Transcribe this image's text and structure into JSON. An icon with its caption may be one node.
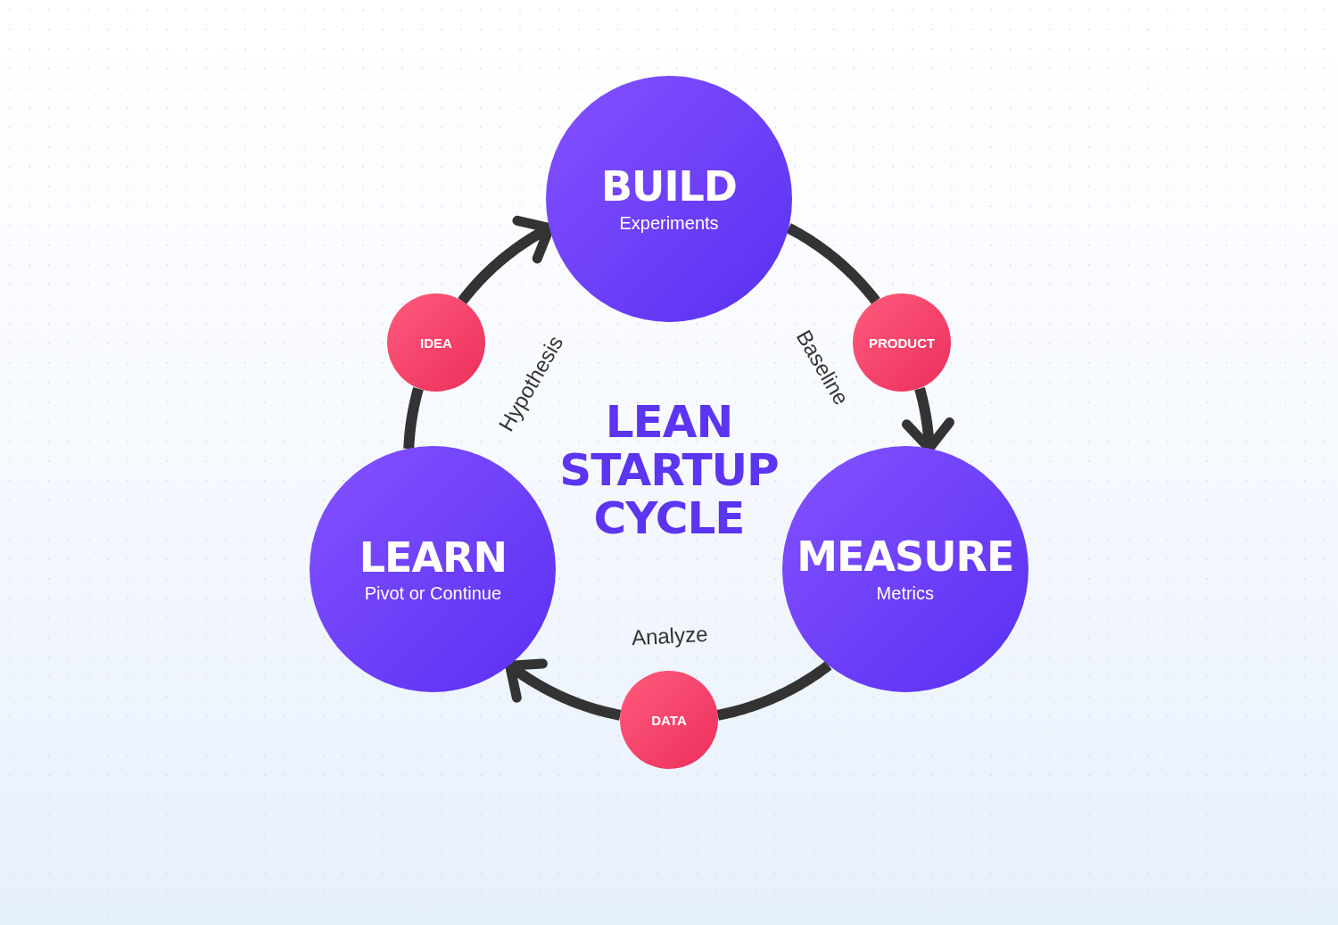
{
  "diagram": {
    "title": "LEAN STARTUP CYCLE",
    "nodes": [
      {
        "text": [
          "BUILD",
          "Experiments"
        ]
      },
      {
        "text": [
          "PRODUCT"
        ]
      },
      {
        "text": [
          "MEASURE",
          "Metrics"
        ]
      },
      {
        "text": [
          "DATA"
        ]
      },
      {
        "text": [
          "LEARN",
          "Pivot or Continue"
        ]
      },
      {
        "text": [
          "IDEA"
        ]
      }
    ],
    "edges": [
      {
        "from": 0,
        "to": 1,
        "arrow": "none"
      },
      {
        "from": 1,
        "to": 2,
        "arrow": "to"
      },
      {
        "from": 2,
        "to": 3,
        "arrow": "none"
      },
      {
        "from": 3,
        "to": 4,
        "arrow": "to"
      },
      {
        "from": 4,
        "to": 5,
        "arrow": "none"
      },
      {
        "from": 5,
        "to": 0,
        "arrow": "to"
      }
    ],
    "labels": [
      "Hypothesis",
      "Baseline",
      "Analyze"
    ]
  }
}
